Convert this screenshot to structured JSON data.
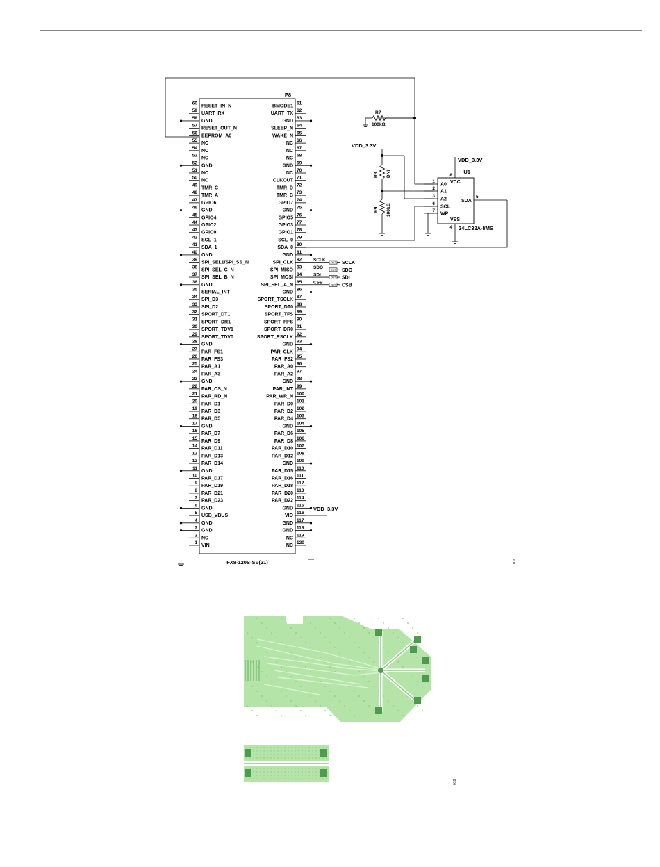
{
  "connector": {
    "ref": "P8",
    "part": "FX8-120S-SV(21)",
    "left_pins": [
      {
        "num": "60",
        "name": "RESET_IN_N"
      },
      {
        "num": "59",
        "name": "UART_RX"
      },
      {
        "num": "58",
        "name": "GND"
      },
      {
        "num": "57",
        "name": "RESET_OUT_N"
      },
      {
        "num": "56",
        "name": "EEPROM_A0"
      },
      {
        "num": "55",
        "name": "NC"
      },
      {
        "num": "54",
        "name": "NC"
      },
      {
        "num": "53",
        "name": "NC"
      },
      {
        "num": "52",
        "name": "GND"
      },
      {
        "num": "51",
        "name": "NC"
      },
      {
        "num": "50",
        "name": "NC"
      },
      {
        "num": "49",
        "name": "TMR_C"
      },
      {
        "num": "48",
        "name": "TMR_A"
      },
      {
        "num": "47",
        "name": "GPIO6"
      },
      {
        "num": "46",
        "name": "GND"
      },
      {
        "num": "45",
        "name": "GPIO4"
      },
      {
        "num": "44",
        "name": "GPIO2"
      },
      {
        "num": "43",
        "name": "GPIO0"
      },
      {
        "num": "42",
        "name": "SCL_1"
      },
      {
        "num": "41",
        "name": "SDA_1"
      },
      {
        "num": "40",
        "name": "GND"
      },
      {
        "num": "39",
        "name": "SPI_SEL1/SPI_SS_N"
      },
      {
        "num": "38",
        "name": "SPI_SEL_C_N"
      },
      {
        "num": "37",
        "name": "SPI_SEL_B_N"
      },
      {
        "num": "36",
        "name": "GND"
      },
      {
        "num": "35",
        "name": "SERIAL_INT"
      },
      {
        "num": "34",
        "name": "SPI_D3"
      },
      {
        "num": "33",
        "name": "SPI_D2"
      },
      {
        "num": "32",
        "name": "SPORT_DT1"
      },
      {
        "num": "31",
        "name": "SPORT_DR1"
      },
      {
        "num": "30",
        "name": "SPORT_TDV1"
      },
      {
        "num": "29",
        "name": "SPORT_TDV0"
      },
      {
        "num": "28",
        "name": "GND"
      },
      {
        "num": "27",
        "name": "PAR_FS1"
      },
      {
        "num": "26",
        "name": "PAR_FS3"
      },
      {
        "num": "25",
        "name": "PAR_A1"
      },
      {
        "num": "24",
        "name": "PAR_A3"
      },
      {
        "num": "23",
        "name": "GND"
      },
      {
        "num": "22",
        "name": "PAR_CS_N"
      },
      {
        "num": "21",
        "name": "PAR_RD_N"
      },
      {
        "num": "20",
        "name": "PAR_D1"
      },
      {
        "num": "19",
        "name": "PAR_D3"
      },
      {
        "num": "18",
        "name": "PAR_D5"
      },
      {
        "num": "17",
        "name": "GND"
      },
      {
        "num": "16",
        "name": "PAR_D7"
      },
      {
        "num": "15",
        "name": "PAR_D9"
      },
      {
        "num": "14",
        "name": "PAR_D11"
      },
      {
        "num": "13",
        "name": "PAR_D13"
      },
      {
        "num": "12",
        "name": "PAR_D14"
      },
      {
        "num": "11",
        "name": "GND"
      },
      {
        "num": "10",
        "name": "PAR_D17"
      },
      {
        "num": "9",
        "name": "PAR_D19"
      },
      {
        "num": "8",
        "name": "PAR_D21"
      },
      {
        "num": "7",
        "name": "PAR_D23"
      },
      {
        "num": "6",
        "name": "GND"
      },
      {
        "num": "5",
        "name": "USB_VBUS"
      },
      {
        "num": "4",
        "name": "GND"
      },
      {
        "num": "3",
        "name": "GND"
      },
      {
        "num": "2",
        "name": "NC"
      },
      {
        "num": "1",
        "name": "VIN"
      }
    ],
    "right_pins": [
      {
        "num": "61",
        "name": "BMODE1"
      },
      {
        "num": "62",
        "name": "UART_TX"
      },
      {
        "num": "63",
        "name": "GND"
      },
      {
        "num": "64",
        "name": "SLEEP_N"
      },
      {
        "num": "65",
        "name": "WAKE_N"
      },
      {
        "num": "66",
        "name": "NC"
      },
      {
        "num": "67",
        "name": "NC"
      },
      {
        "num": "68",
        "name": "NC"
      },
      {
        "num": "69",
        "name": "GND"
      },
      {
        "num": "70",
        "name": "NC"
      },
      {
        "num": "71",
        "name": "CLKOUT"
      },
      {
        "num": "72",
        "name": "TMR_D"
      },
      {
        "num": "73",
        "name": "TMR_B"
      },
      {
        "num": "74",
        "name": "GPIO7"
      },
      {
        "num": "75",
        "name": "GND"
      },
      {
        "num": "76",
        "name": "GPIO5"
      },
      {
        "num": "77",
        "name": "GPIO3"
      },
      {
        "num": "78",
        "name": "GPIO1"
      },
      {
        "num": "79",
        "name": "SCL_0"
      },
      {
        "num": "80",
        "name": "SDA_0"
      },
      {
        "num": "81",
        "name": "GND"
      },
      {
        "num": "82",
        "name": "SPI_CLK"
      },
      {
        "num": "83",
        "name": "SPI_MISO"
      },
      {
        "num": "84",
        "name": "SPI_MOSI"
      },
      {
        "num": "85",
        "name": "SPI_SEL_A_N"
      },
      {
        "num": "86",
        "name": "GND"
      },
      {
        "num": "87",
        "name": "SPORT_TSCLK"
      },
      {
        "num": "88",
        "name": "SPORT_DT0"
      },
      {
        "num": "89",
        "name": "SPORT_TFS"
      },
      {
        "num": "90",
        "name": "SPORT_RFS"
      },
      {
        "num": "91",
        "name": "SPORT_DR0"
      },
      {
        "num": "92",
        "name": "SPORT_RSCLK"
      },
      {
        "num": "93",
        "name": "GND"
      },
      {
        "num": "94",
        "name": "PAR_CLK"
      },
      {
        "num": "95",
        "name": "PAR_FS2"
      },
      {
        "num": "96",
        "name": "PAR_A0"
      },
      {
        "num": "97",
        "name": "PAR_A2"
      },
      {
        "num": "98",
        "name": "GND"
      },
      {
        "num": "99",
        "name": "PAR_INT"
      },
      {
        "num": "100",
        "name": "PAR_WR_N"
      },
      {
        "num": "101",
        "name": "PAR_D0"
      },
      {
        "num": "102",
        "name": "PAR_D2"
      },
      {
        "num": "103",
        "name": "PAR_D4"
      },
      {
        "num": "104",
        "name": "GND"
      },
      {
        "num": "105",
        "name": "PAR_D6"
      },
      {
        "num": "106",
        "name": "PAR_D8"
      },
      {
        "num": "107",
        "name": "PAR_D10"
      },
      {
        "num": "108",
        "name": "PAR_D12"
      },
      {
        "num": "109",
        "name": "GND"
      },
      {
        "num": "110",
        "name": "PAR_D15"
      },
      {
        "num": "111",
        "name": "PAR_D16"
      },
      {
        "num": "112",
        "name": "PAR_D18"
      },
      {
        "num": "113",
        "name": "PAR_D20"
      },
      {
        "num": "114",
        "name": "PAR_D22"
      },
      {
        "num": "115",
        "name": "GND"
      },
      {
        "num": "116",
        "name": "VIO"
      },
      {
        "num": "117",
        "name": "GND"
      },
      {
        "num": "118",
        "name": "GND"
      },
      {
        "num": "119",
        "name": "NC"
      },
      {
        "num": "120",
        "name": "NC"
      }
    ]
  },
  "nets": {
    "vdd_connector": "VDD_3.3V",
    "vdd_resistors": "VDD_3.3V",
    "vdd_eeprom": "VDD_3.3V",
    "spi": [
      {
        "net": "SCLK",
        "port": "OUT",
        "label": "SCLK"
      },
      {
        "net": "SDO",
        "port": "OUT",
        "label": "SDO"
      },
      {
        "net": "SDI",
        "port": "OUT",
        "label": "SDI"
      },
      {
        "net": "CSB",
        "port": "OUT",
        "label": "CSB"
      }
    ]
  },
  "resistors": {
    "r7": {
      "ref": "R7",
      "value": "100kΩ"
    },
    "r8": {
      "ref": "R8",
      "value": "DNI"
    },
    "r9": {
      "ref": "R9",
      "value": "100kΩ"
    }
  },
  "eeprom": {
    "ref": "U1",
    "part": "24LC32A-I/MS",
    "pins": [
      {
        "num": "1",
        "name": "A0"
      },
      {
        "num": "2",
        "name": "A1"
      },
      {
        "num": "3",
        "name": "A2"
      },
      {
        "num": "6",
        "name": "SCL"
      },
      {
        "num": "7",
        "name": "WP"
      }
    ],
    "vcc": {
      "num": "8",
      "name": "VCC"
    },
    "vss": {
      "num": "4",
      "name": "VSS"
    },
    "sda": {
      "num": "5",
      "name": "SDA"
    }
  },
  "figure_ids": {
    "schematic": "016",
    "pcb": "018"
  },
  "colors": {
    "pcb_fill": "#b4e4a8",
    "pcb_trace": "#d9f3d0",
    "pad": "#4e9a4e"
  }
}
